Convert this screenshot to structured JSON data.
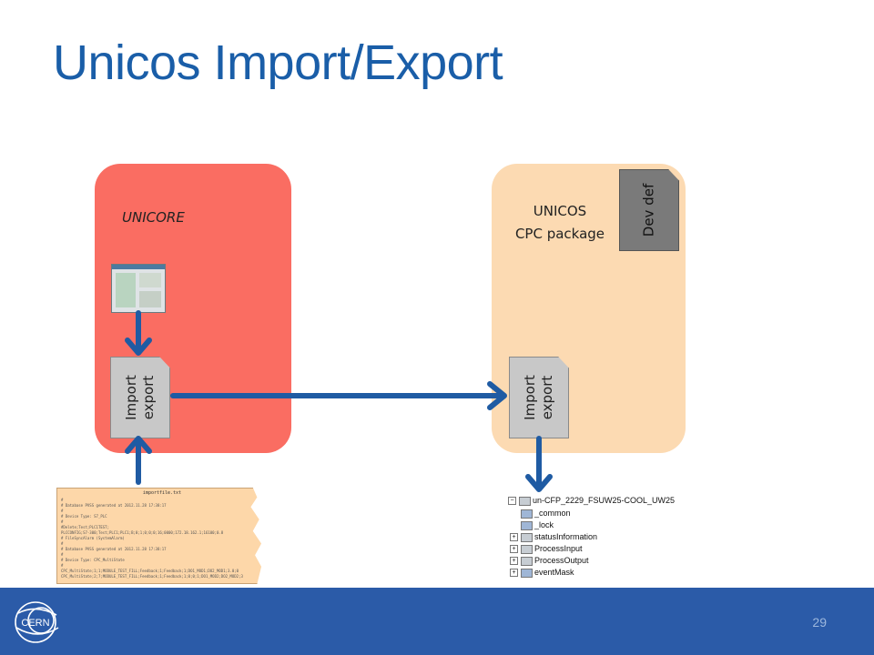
{
  "title": "Unicos Import/Export",
  "left_panel": {
    "label": "UNICORE",
    "doc_line1": "Import",
    "doc_line2": "export"
  },
  "right_panel": {
    "label_line1": "UNICOS",
    "label_line2": "CPC package",
    "doc_line1": "Import",
    "doc_line2": "export",
    "devdef_label": "Dev def"
  },
  "text_file": {
    "filename": "importfile.txt",
    "lines": [
      "#",
      "# Database PVSS generated at 2012.11.28 17:38:17",
      "#",
      "# Device Type: S7_PLC",
      "#",
      "#Delete;Test;PLC1TEST;",
      "PLCCONFIG;S7-300;Test;PLC1;PLC1;B;0;1;0;0;0;16;0000;172.18.162.1;16100;0.8",
      "# FileSyncAlarm (SystemAlarm)",
      "#",
      "# Database PVSS generated at 2012.11.28 17:38:17",
      "#",
      "# Device Type: CPC_MultiState",
      "#",
      "CPC_MultiState;1;1;MODULE_TEST_FILL;Feedback;1;Feedback;1;DO1_MOD1;DO2_MOD1;3.0;0",
      "CPC_MultiState;2;7;MODULE_TEST_FILL;Feedback;1;Feedback;1;0;0;1;DO1_MOD2;DO2_MOD2;3"
    ]
  },
  "tree": {
    "root": "un-CFP_2229_FSUW25-COOL_UW25",
    "items": [
      "_common",
      "_lock",
      "statusInformation",
      "ProcessInput",
      "ProcessOutput",
      "eventMask"
    ]
  },
  "page_number": "29",
  "colors": {
    "title": "#1a5ea8",
    "left_panel": "#fa6d62",
    "right_panel": "#fcdab2",
    "arrow": "#1f5ba3",
    "footer": "#2b5ba8"
  }
}
